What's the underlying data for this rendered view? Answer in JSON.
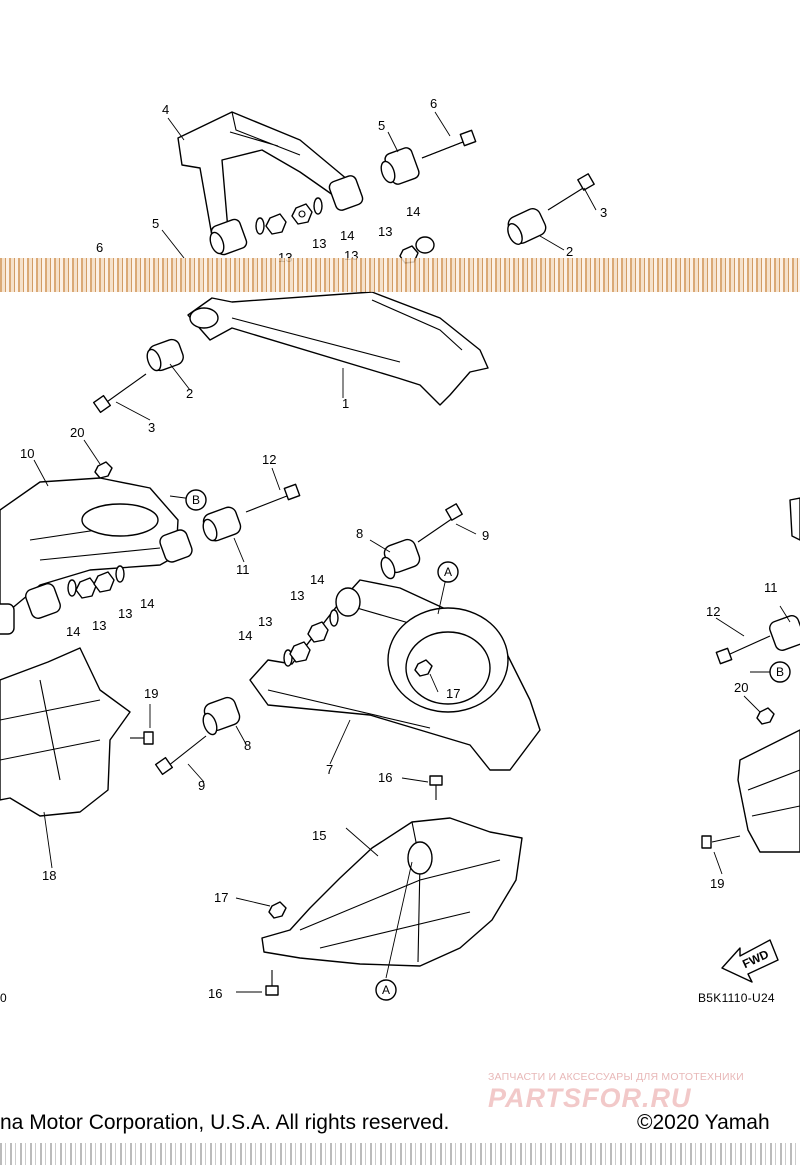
{
  "labels": {
    "p1": "1",
    "p2a": "2",
    "p2b": "2",
    "p3a": "3",
    "p3b": "3",
    "p4": "4",
    "p5a": "5",
    "p5b": "5",
    "p6a": "6",
    "p6b": "6",
    "p13a": "13",
    "p13b": "13",
    "p13c": "13",
    "p13d": "13",
    "p14a": "14",
    "p14b": "14",
    "p7": "7",
    "p8a": "8",
    "p8b": "8",
    "p9a": "9",
    "p9b": "9",
    "p10": "10",
    "p11a": "11",
    "p11b": "11",
    "p12a": "12",
    "p12b": "12",
    "p13e": "13",
    "p13f": "13",
    "p13g": "13",
    "p13h": "13",
    "p14c": "14",
    "p14d": "14",
    "p14e": "14",
    "p14f": "14",
    "p15": "15",
    "p16a": "16",
    "p16b": "16",
    "p17a": "17",
    "p17b": "17",
    "p18": "18",
    "p19a": "19",
    "p19b": "19",
    "p20a": "20",
    "p20b": "20"
  },
  "refs": {
    "a1": "A",
    "a2": "A",
    "b1": "B",
    "b2": "B"
  },
  "fwd_label": "FWD",
  "diagram_code": "B5K1110-U24",
  "left_code": "0",
  "footer": {
    "copyright": "na Motor Corporation, U.S.A. All rights reserved.",
    "year": "©2020 Yamah"
  },
  "watermark": {
    "tagline": "ЗАПЧАСТИ И АКСЕССУАРЫ ДЛЯ МОТОТЕХНИКИ",
    "logo": "PARTSFOR.RU"
  },
  "colors": {
    "scan_noise": "#c98a4a",
    "watermark": "#f2c9c9"
  }
}
